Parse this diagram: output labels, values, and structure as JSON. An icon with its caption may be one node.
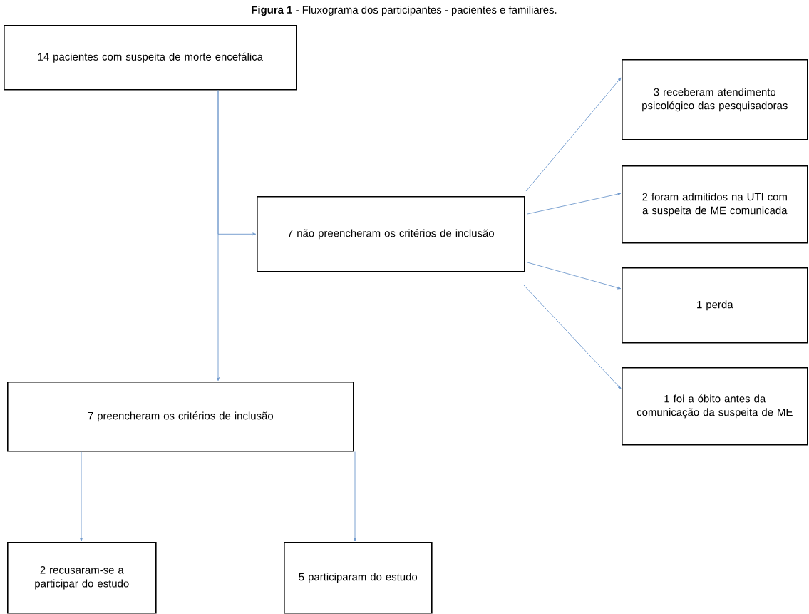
{
  "diagram": {
    "title": "**Figura 1** - Fluxograma dos participantes - pacientes e familiares.",
    "nodes": [
      {
        "text": [
          "14 pacientes com suspeita de morte encefálica"
        ]
      },
      {
        "text": [
          "7 não preencheram os critérios de inclusão"
        ]
      },
      {
        "text": [
          "3 receberam atendimento psicológico das pesquisadoras"
        ]
      },
      {
        "text": [
          "2 foram admitidos na UTI com a suspeita de ME comunicada"
        ]
      },
      {
        "text": [
          "1 perda"
        ]
      },
      {
        "text": [
          "1 foi a óbito antes da comunicação da suspeita de ME"
        ]
      },
      {
        "text": [
          "7 preencheram os critérios de inclusão"
        ]
      },
      {
        "text": [
          "2 recusaram-se a participar do estudo"
        ]
      },
      {
        "text": [
          "5 participaram do estudo"
        ]
      }
    ],
    "edges": [
      {
        "from": 0,
        "to": 6,
        "arrow": "to"
      },
      {
        "from": 0,
        "to": 1,
        "arrow": "to"
      },
      {
        "from": 1,
        "to": 2,
        "arrow": "to"
      },
      {
        "from": 1,
        "to": 3,
        "arrow": "to"
      },
      {
        "from": 1,
        "to": 4,
        "arrow": "to"
      },
      {
        "from": 1,
        "to": 5,
        "arrow": "to"
      },
      {
        "from": 6,
        "to": 7,
        "arrow": "to"
      },
      {
        "from": 6,
        "to": 8,
        "arrow": "to"
      }
    ]
  }
}
